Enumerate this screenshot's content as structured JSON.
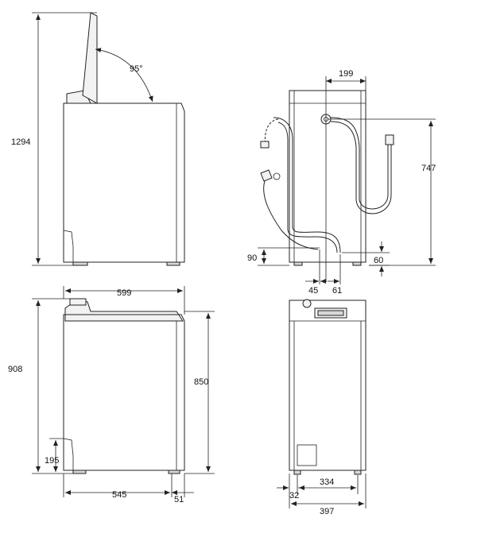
{
  "diagram": {
    "side_open": {
      "height": "1294",
      "angle": "95°"
    },
    "back_view": {
      "inlet_offset": "199",
      "hose_height": "747",
      "left_height": "90",
      "right_height": "60",
      "bottom_left": "45",
      "bottom_right": "61"
    },
    "side_closed": {
      "width": "599",
      "height_total": "908",
      "height_body": "850",
      "cutout": "195",
      "depth": "545",
      "foot_depth": "51"
    },
    "front_view": {
      "feet_span": "334",
      "foot_offset": "32",
      "width": "397"
    }
  }
}
